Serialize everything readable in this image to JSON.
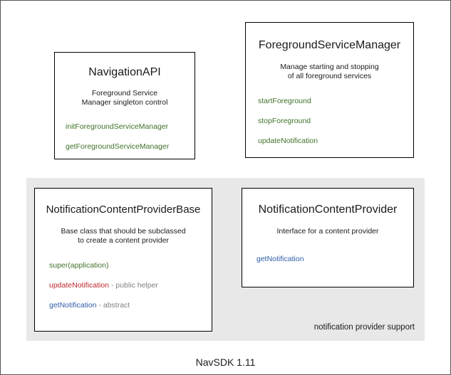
{
  "diagram": {
    "footer_caption": "NavSDK 1.11",
    "colors": {
      "member_green": "#3f7229",
      "member_blue": "#2f5ca8",
      "member_red": "#c0262c",
      "member_note_gray": "#808080",
      "panel_background": "#e8e8e8",
      "box_border": "#000000",
      "canvas_border": "#555555"
    },
    "boxes": {
      "navigation_api": {
        "title": "NavigationAPI",
        "description_line1": "Foreground Service",
        "description_line2": "Manager singleton control",
        "members": [
          {
            "name": "initForegroundServiceManager",
            "note": ""
          },
          {
            "name": "getForegroundServiceManager",
            "note": ""
          }
        ]
      },
      "foreground_service_manager": {
        "title": "ForegroundServiceManager",
        "description_line1": "Manage starting and stopping",
        "description_line2": "of all foreground services",
        "members": [
          {
            "name": "startForeground",
            "note": ""
          },
          {
            "name": "stopForeground",
            "note": ""
          },
          {
            "name": "updateNotification",
            "note": ""
          }
        ]
      },
      "notification_content_provider_base": {
        "title": "NotificationContentProviderBase",
        "description_line1": "Base class that should be subclassed",
        "description_line2": "to create a content provider",
        "members": [
          {
            "name": "super(application)",
            "note": ""
          },
          {
            "name": "updateNotification",
            "note": " - public helper"
          },
          {
            "name": "getNotification",
            "note": " - abstract"
          }
        ]
      },
      "notification_content_provider": {
        "title": "NotificationContentProvider",
        "description_line1": "Interface for a content provider",
        "description_line2": "",
        "members": [
          {
            "name": "getNotification",
            "note": ""
          }
        ]
      }
    },
    "panel": {
      "label": "notification provider support"
    }
  }
}
